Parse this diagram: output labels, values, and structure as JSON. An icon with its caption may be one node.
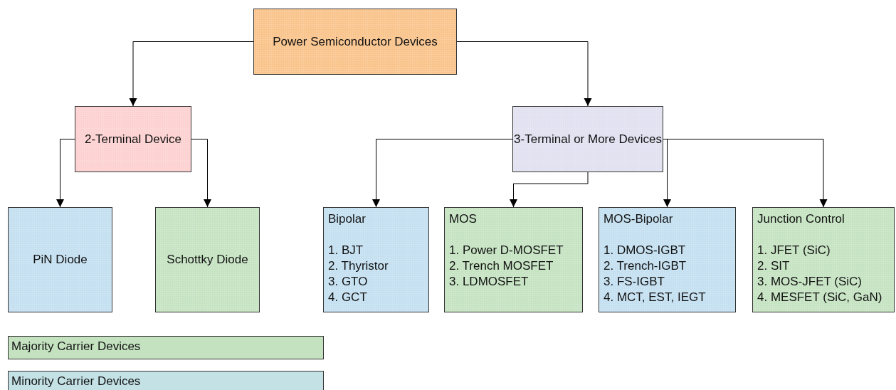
{
  "diagram": {
    "nodes": [
      {
        "text": [
          "Power Semiconductor Devices"
        ]
      },
      {
        "text": [
          "2-Terminal Device"
        ]
      },
      {
        "text": [
          "3-Terminal or More Devices"
        ]
      },
      {
        "text": [
          "PiN Diode"
        ]
      },
      {
        "text": [
          "Schottky Diode"
        ]
      },
      {
        "text": [
          "Bipolar",
          "1. BJT",
          "2. Thyristor",
          "3. GTO",
          "4. GCT"
        ]
      },
      {
        "text": [
          "MOS",
          "1. Power D-MOSFET",
          "2. Trench MOSFET",
          "3. LDMOSFET"
        ]
      },
      {
        "text": [
          "MOS-Bipolar",
          "1. DMOS-IGBT",
          "2. Trench-IGBT",
          "3. FS-IGBT",
          "4. MCT, EST, IEGT"
        ]
      },
      {
        "text": [
          "Junction Control",
          "1. JFET (SiC)",
          "2. SIT",
          "3. MOS-JFET (SiC)",
          "4. MESFET (SiC, GaN)"
        ]
      }
    ],
    "edges": [
      {
        "from": 0,
        "to": 1,
        "arrow": "to"
      },
      {
        "from": 0,
        "to": 2,
        "arrow": "to"
      },
      {
        "from": 1,
        "to": 3,
        "arrow": "to"
      },
      {
        "from": 1,
        "to": 4,
        "arrow": "to"
      },
      {
        "from": 2,
        "to": 5,
        "arrow": "to"
      },
      {
        "from": 2,
        "to": 6,
        "arrow": "to"
      },
      {
        "from": 2,
        "to": 7,
        "arrow": "to"
      },
      {
        "from": 2,
        "to": 8,
        "arrow": "to"
      }
    ],
    "legend": [
      {
        "text": "Majority Carrier Devices",
        "color": "#c4e2c0"
      },
      {
        "text": "Minority Carrier Devices",
        "color": "#c4e2e6"
      }
    ]
  }
}
